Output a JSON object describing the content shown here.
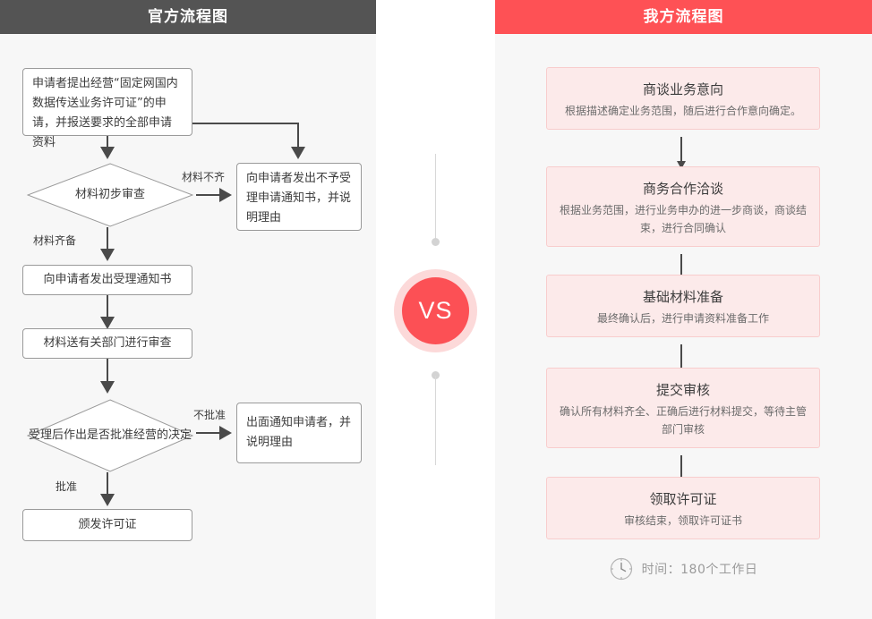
{
  "left": {
    "header_title": "官方流程图",
    "nodes": [
      {
        "id": "apply",
        "text": "申请者提出经营“固定网国内数据传送业务许可证”的申请，并报送要求的全部申请资料"
      },
      {
        "id": "review1",
        "text": "材料初步审查"
      },
      {
        "id": "reject1",
        "text": "向申请者发出不予受理申请通知书，并说明理由"
      },
      {
        "id": "accept",
        "text": "向申请者发出受理通知书"
      },
      {
        "id": "dept",
        "text": "材料送有关部门进行审查"
      },
      {
        "id": "decision",
        "text": "受理后作出是否批准经营的决定"
      },
      {
        "id": "reject2",
        "text": "出面通知申请者，并说明理由"
      },
      {
        "id": "license",
        "text": "颁发许可证"
      }
    ],
    "edge_labels": {
      "incomplete": "材料不齐",
      "complete": "材料齐备",
      "not_approved": "不批准",
      "approved": "批准"
    }
  },
  "divider": {
    "vs_label": "VS"
  },
  "right": {
    "header_title": "我方流程图",
    "steps": [
      {
        "title": "商谈业务意向",
        "desc": "根据描述确定业务范围，随后进行合作意向确定。"
      },
      {
        "title": "商务合作洽谈",
        "desc": "根据业务范围，进行业务申办的进一步商谈，商谈结束，进行合同确认"
      },
      {
        "title": "基础材料准备",
        "desc": "最终确认后，进行申请资料准备工作"
      },
      {
        "title": "提交审核",
        "desc": "确认所有材料齐全、正确后进行材料提交，等待主管部门审核"
      },
      {
        "title": "领取许可证",
        "desc": "审核结束，领取许可证书"
      }
    ],
    "footer": {
      "icon": "clock-icon",
      "time_text": "时间：180个工作日"
    }
  },
  "colors": {
    "header_official": "#545454",
    "header_ours": "#fe5155",
    "panel_bg": "#f7f7f7",
    "vs_red": "#fc5055",
    "vs_ring": "#fcd9d9",
    "pink_box_bg": "#fceaea",
    "pink_box_border": "#f8cdcd"
  }
}
